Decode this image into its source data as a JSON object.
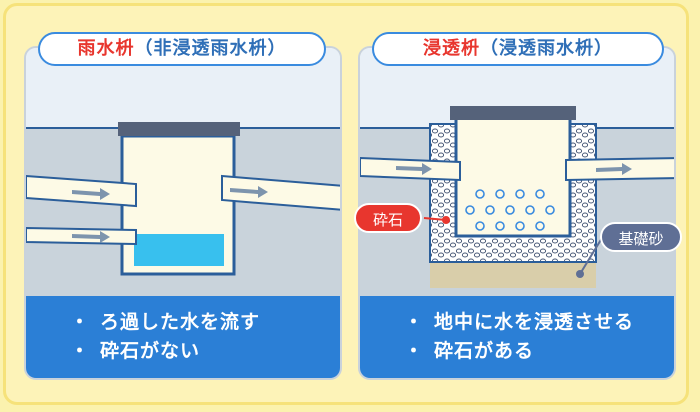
{
  "left_panel": {
    "title_main": "雨水枡",
    "title_sub": "（非浸透雨水枡）",
    "bullets": [
      "ろ過した水を流す",
      "砕石がない"
    ]
  },
  "right_panel": {
    "title_main": "浸透枡",
    "title_sub": "（浸透雨水枡）",
    "bullets": [
      "地中に水を浸透させる",
      "砕石がある"
    ]
  },
  "labels": {
    "gravel": "砕石",
    "base_sand": "基礎砂"
  },
  "bullet_mark": "・",
  "colors": {
    "red_accent": "#e8362e",
    "blue_band": "#2b7fd6",
    "water": "#38c0ee",
    "sand": "#d9ceaa",
    "background": "#fbf2ae"
  }
}
